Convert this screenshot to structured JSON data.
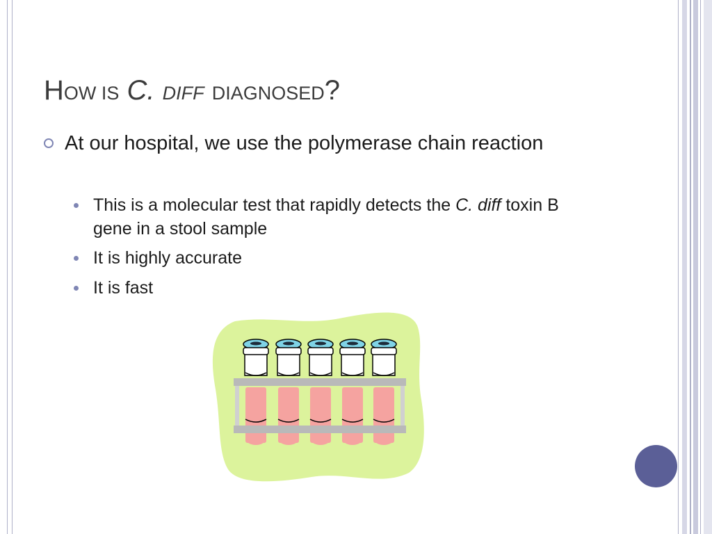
{
  "slide": {
    "title": {
      "part1_initial": "H",
      "part1_rest": "OW IS",
      "part2_initial": "C.",
      "part2_rest": "DIFF",
      "part3_rest": "DIAGNOSED",
      "part3_end": "?"
    },
    "bullets": [
      {
        "text": "At our hospital, we use the polymerase chain reaction",
        "sub": [
          {
            "prefix": "This is a molecular test that rapidly detects the ",
            "emph": "C. diff",
            "suffix": " toxin B gene in a stool sample"
          },
          {
            "text": "It is highly accurate"
          },
          {
            "text": "It is fast"
          }
        ]
      }
    ]
  },
  "colors": {
    "accent": "#7f86b4",
    "circle": "#5b5f97",
    "clipart_background": "#dcf39c",
    "tube_fill": "#f5a3a0",
    "cap_fill": "#7fd3e6"
  },
  "icons": [
    "bullet-ring-icon",
    "bullet-dot-icon",
    "test-tube-rack-clipart",
    "decorative-circle"
  ]
}
